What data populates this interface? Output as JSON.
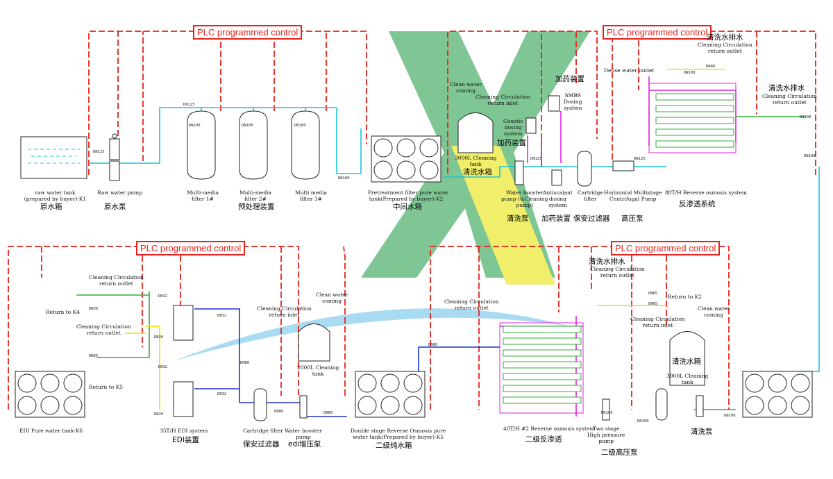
{
  "plc_label": "PLC programmed control",
  "labels": {
    "raw_tank": "raw water tank\n(prepared by buyer)-K1",
    "raw_tank_cn": "原水箱",
    "raw_pump": "Raw water pump",
    "raw_pump_cn": "原水泵",
    "mm1": "Multi-media\nfilter 1#",
    "mm2": "Multi-media\nfilter 2#",
    "mm3": "Multi media\nfilter 3#",
    "pretreat_cn": "预处理装置",
    "pretank": "Pretreatment filter pure water\ntank(Prepared by buyer)-K2",
    "pretank_cn": "中间水箱",
    "clean_water_coming_1": "Clean water\ncoming",
    "clean_circ_inlet_1": "Cleaning Circulation\nreturn inlet",
    "clean_tank_1": "3000L Cleaning\ntank",
    "clean_tank_1_cn": "清洗水箱",
    "caustic": "Caustic\ndosing\nsystem",
    "dosing_cn_1": "加药装置",
    "dosing_cn_top": "加药装置",
    "smbs": "SMBS\nDosing\nsystem",
    "booster": "Water booster\npump (&Cleaning\npump)",
    "booster_cn": "清洗泵",
    "antiscalant": "Antiscalant\ndosing\nsystem",
    "dosing_cn_2": "加药装置",
    "cartridge1": "Cartridge\nfilter",
    "cartridge1_cn": "保安过滤器",
    "hp_pump": "Horizontal Multistage\nCentrifugal Pump",
    "hp_pump_cn": "高压泵",
    "ro1": "80T/H Reverse osmosis system",
    "ro1_cn": "反渗透系统",
    "dense_outlet": "Dense water outlet",
    "wash_drain_cn": "清洗水排水",
    "clean_circ_outlet": "Cleaning Circulation\nreturn outlet",
    "wash_drain_cn_2": "清洗水排水",
    "clean_circ_outlet_2": "Cleaning Circulation\nreturn outlet",
    "edi_tank": "EDI Pure water tank-K6",
    "edi_sys": "35T/H   EDI system",
    "edi_cn": "EDI装置",
    "clean_circ_outlet_3": "Cleaning Circulation\nreturn outlet",
    "return_k4": "Return to K4",
    "clean_circ_outlet_4": "Cleaning Circulation\nreturn outlet",
    "return_k5": "Return to K5",
    "clean_circ_inlet_2": "Cleaning Circulation\nreturn inlet",
    "clean_water_coming_2": "Clean water\ncoming",
    "clean_tank_2": "2000L Cleaning\ntank",
    "cartridge2": "Cartridge filter",
    "cartridge2_cn": "保安过滤器",
    "edi_booster": "Water booster\npump",
    "edi_booster_cn": "edi增压泵",
    "ro2_tank": "Double stage Reverse Osmosis pure\nwater tank(Prepared by buyer)-K5",
    "ro2_tank_cn": "二级纯水箱",
    "clean_circ_outlet_5": "Cleaning Circulation\nreturn outlet",
    "ro2": "40T/H #2 Reverse osmosis system",
    "ro2_cn": "二级反渗透",
    "hp2": "Two stage\nHigh pressure\npump",
    "hp2_cn": "二级高压泵",
    "wash_drain_cn_3": "清洗水排水",
    "clean_circ_outlet_6": "Cleaning Circulation\nreturn outlet",
    "return_k2": "Return to K2",
    "clean_circ_inlet_3": "Cleaning Circulation\nreturn inlet",
    "clean_water_coming_3": "Clean water\ncoming",
    "clean_tank_3_cn": "清洗水箱",
    "clean_tank_3": "3000L Cleaning\ntank",
    "clean_pump_cn": "清洗泵"
  },
  "tags": {
    "dn125": "DN125",
    "dn100": "DN100",
    "dn80": "DN80",
    "dn65": "DN65",
    "dn50": "DN50",
    "dn32": "DN32",
    "dn20": "DN20"
  },
  "colors": {
    "control": "#e8211c",
    "raw_water": "#18c3d9",
    "dosing": "#e020e0",
    "product": "#2fae3a",
    "edi_blue": "#1c2fd6",
    "concentrate": "#f3e41c",
    "watermark_green": "#3aa85a",
    "watermark_yellow": "#e9e51c"
  }
}
